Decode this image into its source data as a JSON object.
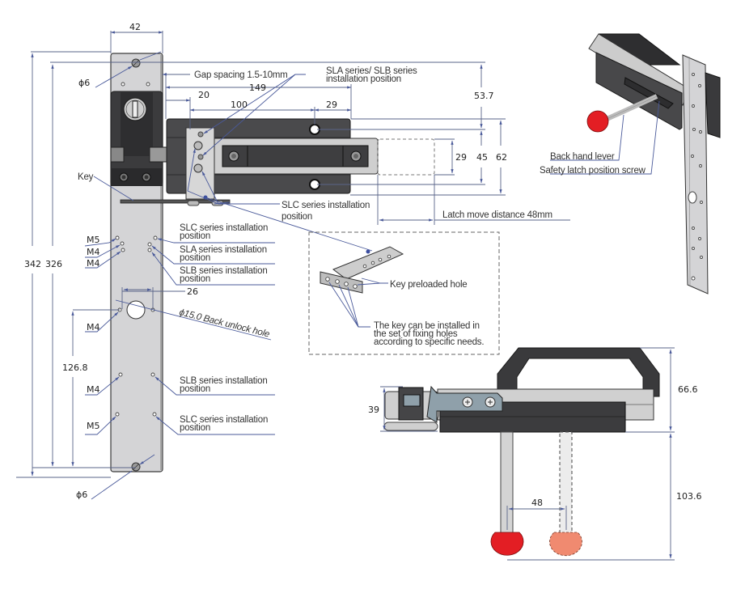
{
  "dimensions": {
    "plate_width": "42",
    "overall_height": "342",
    "hole_spacing_height": "326",
    "top_hole_dia": "ϕ6",
    "bottom_hole_dia": "ϕ6",
    "latch_offset_149": "149",
    "latch_offset_20": "20",
    "latch_length_100": "100",
    "latch_hole_29": "29",
    "height_53_7": "53.7",
    "height_29": "29",
    "height_45": "45",
    "height_62": "62",
    "hole_spacing_26": "26",
    "height_126_8": "126.8",
    "side_height_39": "39",
    "handle_height_66_6": "66.6",
    "lever_length_103_6": "103.6",
    "lever_travel_48": "48"
  },
  "labels": {
    "gap_spacing": "Gap spacing 1.5-10mm",
    "sla_slb_install_line1": "SLA series/ SLB series",
    "sla_slb_install_line2": "installation position",
    "slc_install_top_line1": "SLC series installation",
    "slc_install_top_line2": "position",
    "latch_move": "Latch move distance 48mm",
    "key": "Key",
    "m5_a": "M5",
    "m4_a": "M4",
    "m4_b": "M4",
    "m4_c": "M4",
    "m4_d": "M4",
    "m5_b": "M5",
    "slc_plate_top_line1": "SLC series installation",
    "slc_plate_top_line2": "position",
    "sla_plate_line1": "SLA series installation",
    "sla_plate_line2": "position",
    "slb_plate_top_line1": "SLB series installation",
    "slb_plate_top_line2": "position",
    "back_unlock_hole": "ϕ15.0 Back unlock hole",
    "slb_plate_bottom_line1": "SLB series installation",
    "slb_plate_bottom_line2": "position",
    "slc_plate_bottom_line1": "SLC series installation",
    "slc_plate_bottom_line2": "position",
    "key_preloaded_hole": "Key preloaded hole",
    "key_note_line1": "The key can be installed in",
    "key_note_line2": "the set of fixing holes",
    "key_note_line3": "according to specific needs.",
    "back_hand_lever": "Back hand lever",
    "safety_latch_screw": "Safety latch position screw"
  },
  "colors": {
    "dimension_line": "#5a6488",
    "leader_line": "#4a5a9a",
    "lever_knob": "#e31e24",
    "lever_knob_alt": "#f08a70",
    "metal_plate": "#d4d4d6",
    "housing_dark": "#3b3b3d"
  }
}
